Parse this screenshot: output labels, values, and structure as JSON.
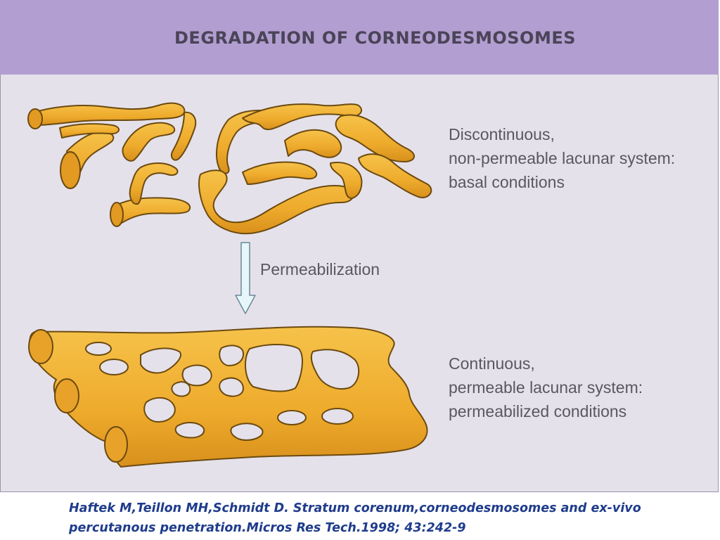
{
  "title": "DEGRADATION OF CORNEODESMOSOMES",
  "top_state": {
    "line1": "Discontinuous,",
    "line2": "non-permeable lacunar system:",
    "line3": "basal conditions"
  },
  "transition": {
    "label": "Permeabilization"
  },
  "bottom_state": {
    "line1": "Continuous,",
    "line2": "permeable lacunar system:",
    "line3": "permeabilized conditions"
  },
  "citation": {
    "line1": "Haftek M,Teillon MH,Schmidt D. Stratum corenum,corneodesmosomes and ex-vivo",
    "line2": "percutanous penetration.Micros Res Tech.1998; 43:242-9"
  },
  "colors": {
    "header": "#b29ed0",
    "panel": "#e5e1ea",
    "lacuna_fill": "#f0b030",
    "lacuna_outline": "#6b4a10",
    "arrow_fill": "#e6f6fb",
    "citation": "#1f3c8c"
  }
}
